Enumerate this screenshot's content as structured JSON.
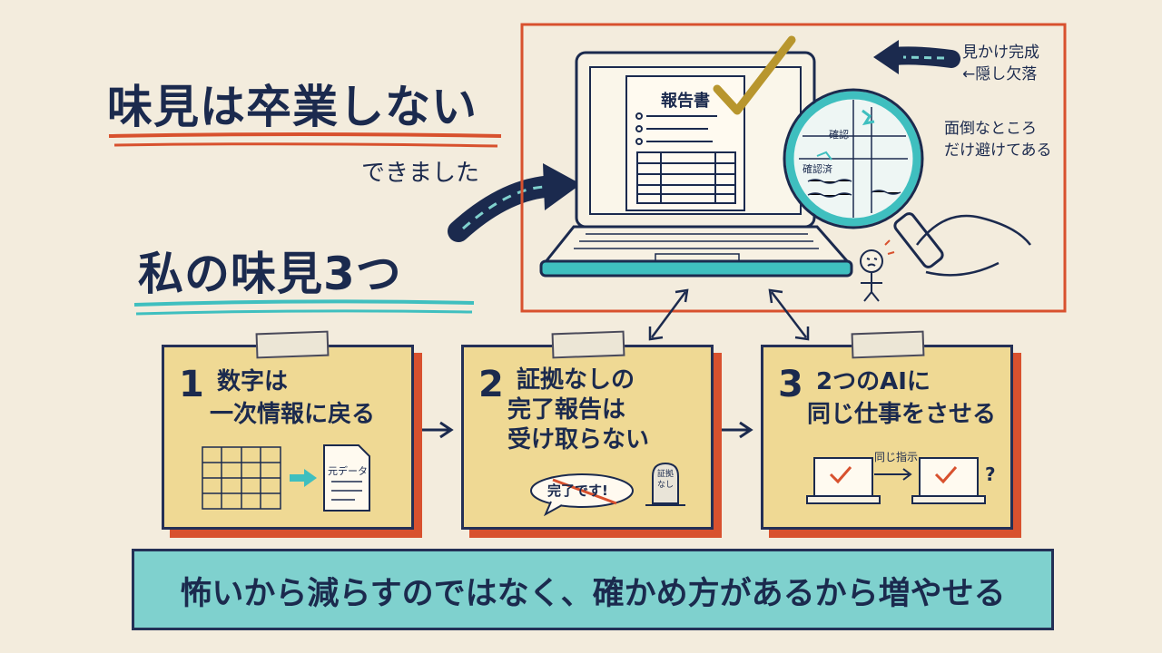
{
  "headline": {
    "main": "味見は卒業しない",
    "sub": "できました",
    "second": "私の味見3つ"
  },
  "illustration": {
    "report_title": "報告書",
    "note_top": [
      "見かけ完成",
      "←隠し欠落"
    ],
    "note_mid": [
      "面倒なところ",
      "だけ避けてある"
    ],
    "lens_labels": [
      "確認",
      "確認済"
    ]
  },
  "steps": [
    {
      "num": "1",
      "lines": [
        "数字は",
        "一次情報に戻る"
      ],
      "doc_label": "元データ"
    },
    {
      "num": "2",
      "lines": [
        "証拠なしの",
        "完了報告は",
        "受け取らない"
      ],
      "bubble": "完了です!",
      "tomb": [
        "証拠",
        "なし"
      ]
    },
    {
      "num": "3",
      "lines": [
        "2つのAIに",
        "同じ仕事をさせる"
      ],
      "instruction": "同じ指示",
      "question": "?"
    }
  ],
  "banner": {
    "text": "怖いから減らすのではなく、確かめ方があるから増やせる"
  },
  "colors": {
    "background": "#f3ecdd",
    "navy": "#1b2a4e",
    "red": "#d8512e",
    "teal": "#3fbfbf",
    "card": "#efd994",
    "banner": "#7fd1ce",
    "check": "#b8962e"
  }
}
